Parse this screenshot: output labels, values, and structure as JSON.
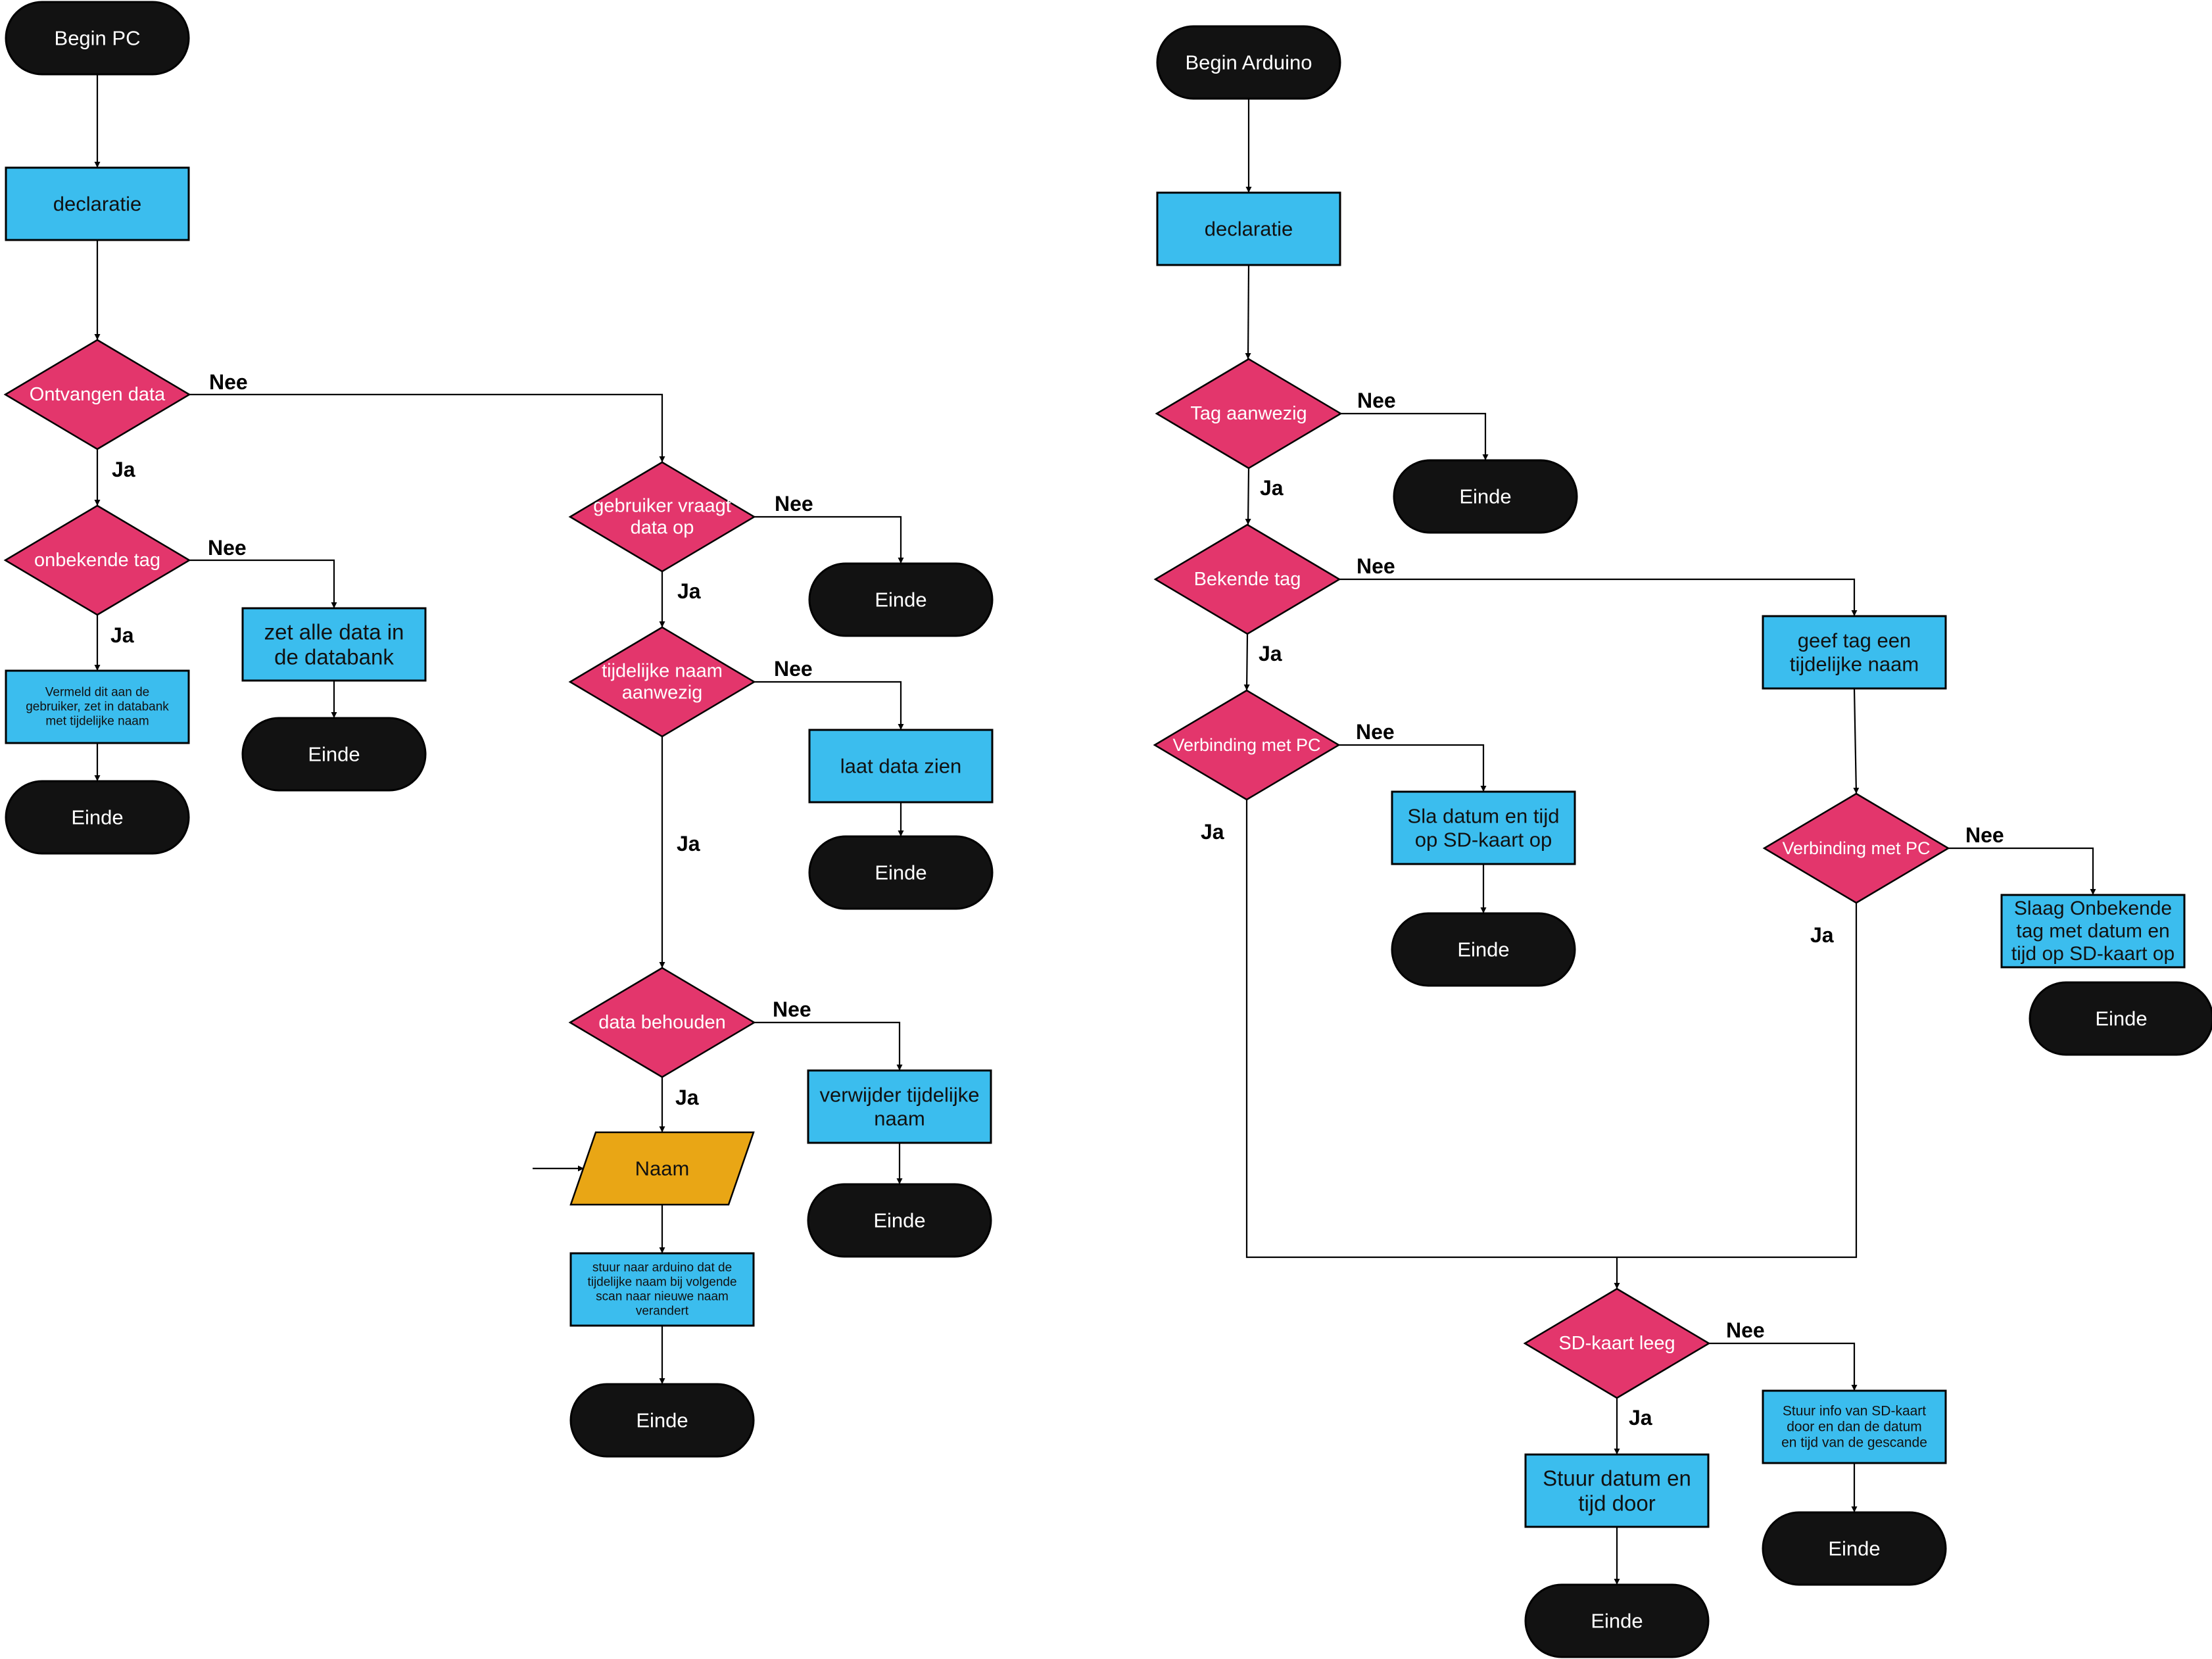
{
  "colors": {
    "terminal": "#121212",
    "process": "#3bbdee",
    "decision": "#e3366c",
    "io": "#e9a615",
    "line": "#000000",
    "text_dark": "#111111",
    "text_light": "#ffffff"
  },
  "pc": {
    "begin": "Begin PC",
    "declaratie": "declaratie",
    "ontvangen_data": "Ontvangen data",
    "onbekende_tag": "onbekende tag",
    "vermeld": [
      "Vermeld dit aan de",
      "gebruiker, zet in databank",
      "met tijdelijke naam"
    ],
    "einde_vermeld": "Einde",
    "zet_alle_data": [
      "zet alle data in",
      "de databank"
    ],
    "einde_databank": "Einde",
    "gebruiker_vraagt": [
      "gebruiker vraagt",
      "data op"
    ],
    "einde_vraagt": "Einde",
    "tijdelijke_naam_aanwezig": [
      "tijdelijke naam",
      "aanwezig"
    ],
    "laat_data_zien": "laat data zien",
    "einde_laat": "Einde",
    "data_behouden": "data behouden",
    "verwijder": [
      "verwijder tijdelijke",
      "naam"
    ],
    "einde_verwijder": "Einde",
    "naam": "Naam",
    "stuur_arduino": [
      "stuur naar arduino dat de",
      "tijdelijke naam bij volgende",
      "scan naar nieuwe naam",
      "verandert"
    ],
    "einde_stuur": "Einde"
  },
  "arduino": {
    "begin": "Begin Arduino",
    "declaratie": "declaratie",
    "tag_aanwezig": "Tag aanwezig",
    "einde_tag": "Einde",
    "bekende_tag": "Bekende tag",
    "verbinding_pc_1": "Verbinding met PC",
    "sla_datum": [
      "Sla datum en tijd",
      "op SD-kaart op"
    ],
    "einde_sla": "Einde",
    "geef_tag": [
      "geef tag een",
      "tijdelijke naam"
    ],
    "verbinding_pc_2": "Verbinding met  PC",
    "slaag_onbekende": [
      "Slaag Onbekende",
      "tag met datum en",
      "tijd op SD-kaart op"
    ],
    "einde_slaag": "Einde",
    "sd_kaart_leeg": "SD-kaart leeg",
    "stuur_datum": [
      "Stuur datum en",
      "tijd door"
    ],
    "einde_stuur_datum": "Einde",
    "stuur_info": [
      "Stuur info van SD-kaart",
      "door en dan de datum",
      "en tijd van de gescande"
    ],
    "einde_info": "Einde"
  },
  "labels": {
    "ja": "Ja",
    "nee": "Nee"
  }
}
